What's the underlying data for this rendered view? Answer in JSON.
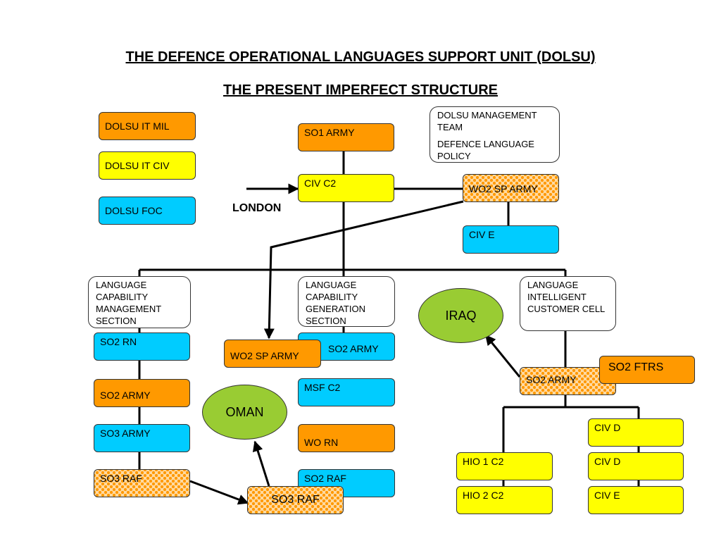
{
  "title": "THE DEFENCE OPERATIONAL LANGUAGES SUPPORT UNIT (DOLSU)",
  "subtitle": "THE PRESENT IMPERFECT STRUCTURE",
  "legend": {
    "it_mil": "DOLSU IT MIL",
    "it_civ": "DOLSU IT CIV",
    "foc": "DOLSU FOC"
  },
  "colors": {
    "it_mil": "#ff9900",
    "it_civ": "#ffff00",
    "foc": "#00ccff",
    "location": "#99cc33"
  },
  "management": {
    "line1": "DOLSU MANAGEMENT TEAM",
    "line2": "DEFENCE LANGUAGE POLICY"
  },
  "top": {
    "so1_army": "SO1 ARMY",
    "civ_c2": "CIV C2",
    "wo2_sp_army": "WO2 SP ARMY",
    "civ_e": "CIV E",
    "london": "LONDON"
  },
  "sections": {
    "lcms": "LANGUAGE CAPABILITY MANAGEMENT SECTION",
    "lcgs": "LANGUAGE CAPABILITY GENERATION SECTION",
    "licc": "LANGUAGE INTELLIGENT CUSTOMER CELL"
  },
  "left_column": {
    "so2_rn": "SO2 RN",
    "so2_army": "SO2 ARMY",
    "so3_army": "SO3 ARMY",
    "so3_raf": "SO3 RAF"
  },
  "middle_column": {
    "wo2_sp_army": "WO2 SP ARMY",
    "so2_army": "SO2 ARMY",
    "msf_c2": "MSF C2",
    "wo_rn": "WO RN",
    "so2_raf": "SO2 RAF",
    "so3_raf": "SO3 RAF"
  },
  "right_column": {
    "so2_army": "SO2 ARMY",
    "so2_ftrs": "SO2 FTRS",
    "hio1_c2": "HIO 1 C2",
    "hio2_c2": "HIO 2 C2",
    "civ_d_1": "CIV D",
    "civ_d_2": "CIV D",
    "civ_e": "CIV E"
  },
  "locations": {
    "oman": "OMAN",
    "iraq": "IRAQ"
  }
}
